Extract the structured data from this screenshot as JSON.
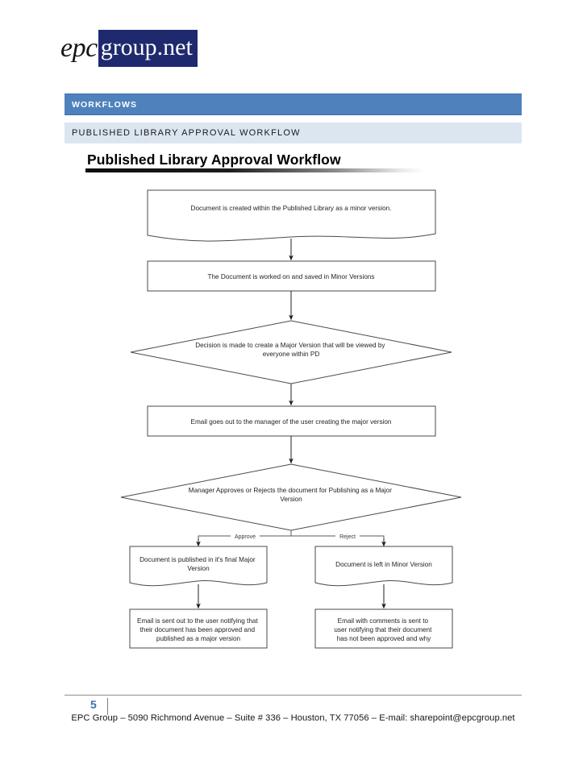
{
  "logo": {
    "part1": "epc",
    "part2": "group.net",
    "block_color": "#1f2a6e"
  },
  "section_bar": {
    "title": "WORKFLOWS",
    "background": "#4f81bd",
    "text_color": "#ffffff"
  },
  "subsection_bar": {
    "title": "PUBLISHED LIBRARY APPROVAL WORKFLOW",
    "background": "#dce6f1",
    "text_color": "#1a1a1a"
  },
  "diagram": {
    "title": "Published Library Approval Workflow",
    "nodes": [
      {
        "id": "n1",
        "shape": "document",
        "text": [
          "Document is created within the Published Library as a minor version."
        ]
      },
      {
        "id": "n2",
        "shape": "rect",
        "text": [
          "The Document is worked on and saved in Minor Versions"
        ]
      },
      {
        "id": "n3",
        "shape": "diamond",
        "text": [
          "Decision is made to create a Major Version that will be viewed by",
          "everyone within PD"
        ]
      },
      {
        "id": "n4",
        "shape": "rect",
        "text": [
          "Email goes out to the manager of the user creating the major version"
        ]
      },
      {
        "id": "n5",
        "shape": "diamond",
        "text": [
          "Manager Approves or Rejects the document for Publishing as a Major",
          "Version"
        ]
      },
      {
        "id": "n6",
        "shape": "document",
        "text": [
          "Document is published in it's final Major",
          "Version"
        ]
      },
      {
        "id": "n7",
        "shape": "document",
        "text": [
          "Document is left in Minor Version"
        ]
      },
      {
        "id": "n8",
        "shape": "rect",
        "text": [
          "Email is sent out to the user notifying that",
          "their document has been approved and",
          "published as a major version"
        ]
      },
      {
        "id": "n9",
        "shape": "rect",
        "text": [
          "Email with comments is sent to",
          "user notifying that their document",
          "has not been approved and why"
        ]
      }
    ],
    "branch_labels": {
      "left": "Approve",
      "right": "Reject"
    },
    "stroke_color": "#4a4a4a"
  },
  "footer": {
    "page_number": "5",
    "address": "EPC Group – 5090 Richmond Avenue – Suite # 336 – Houston, TX 77056 – E-mail: sharepoint@epcgroup.net",
    "page_number_color": "#3d6fa8"
  }
}
